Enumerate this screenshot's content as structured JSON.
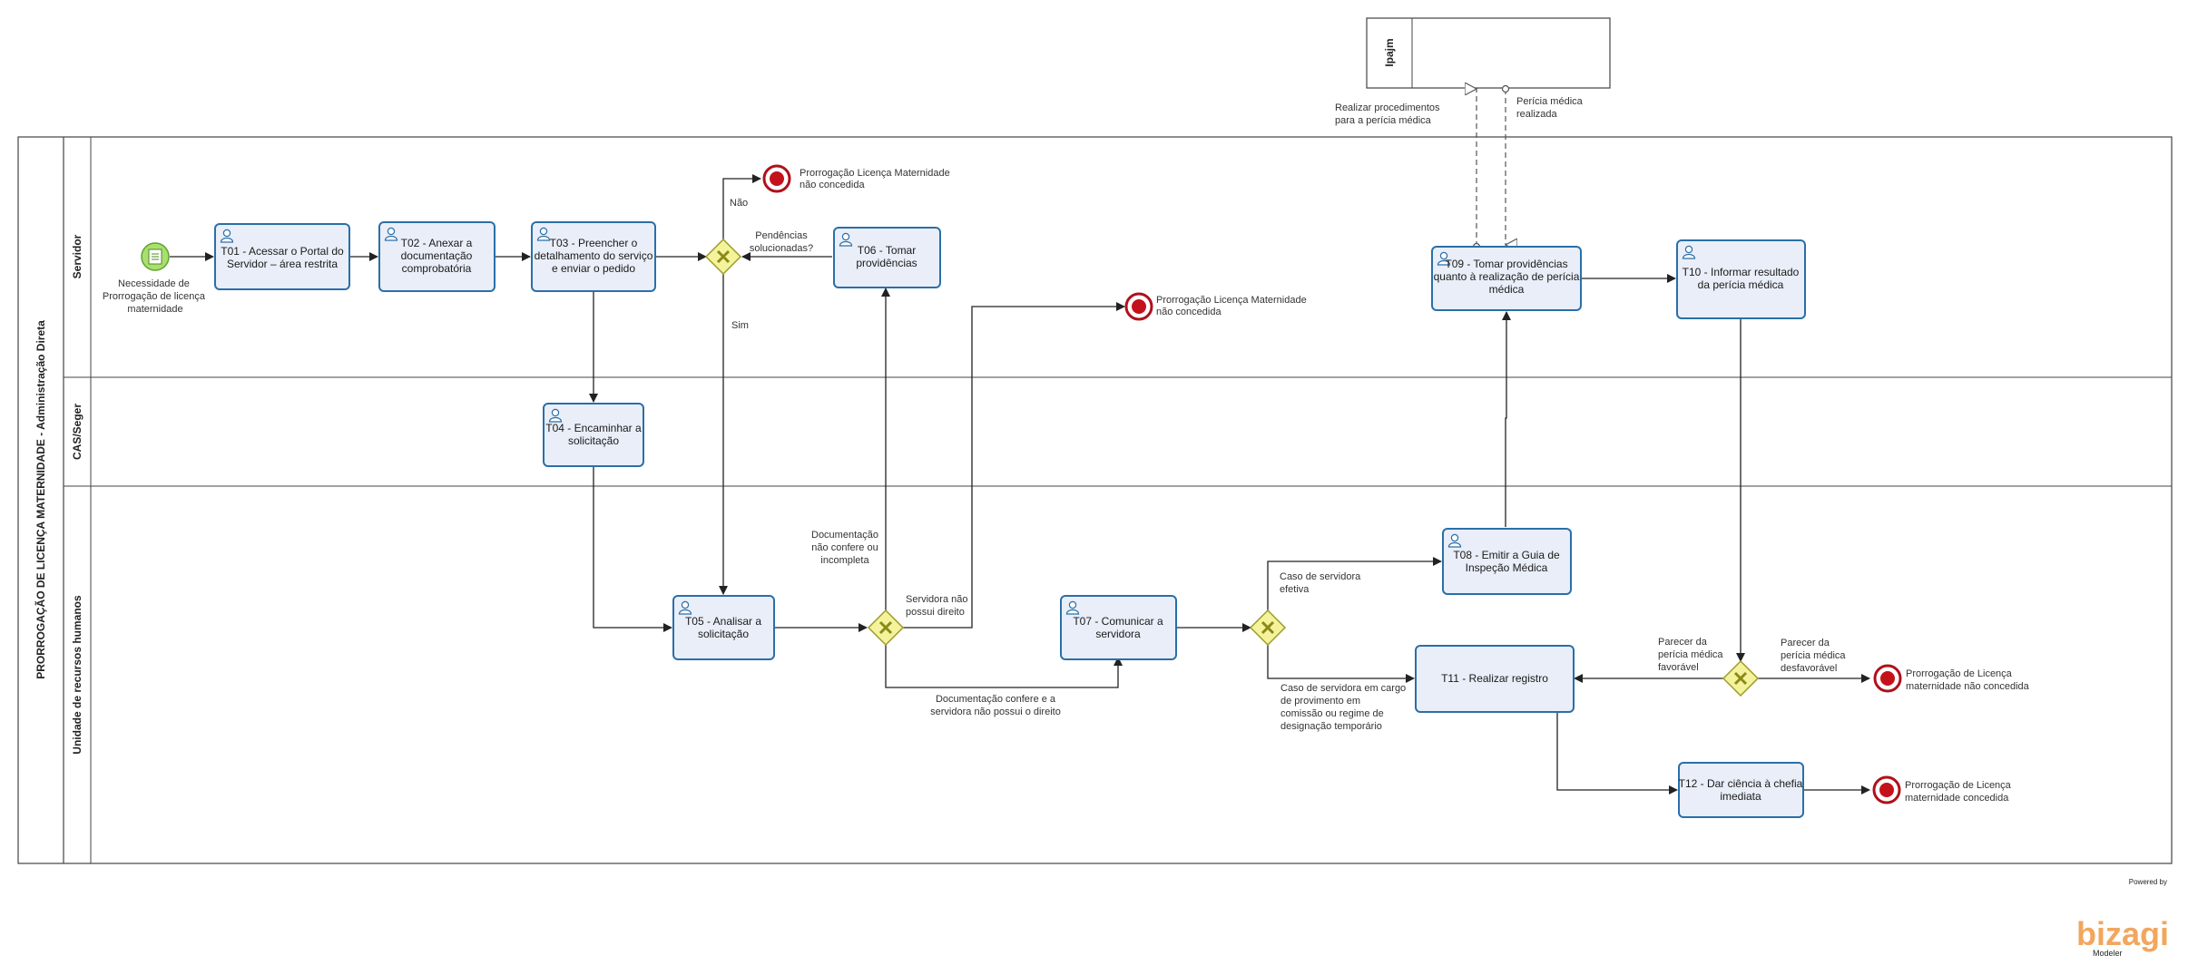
{
  "pool": {
    "title": "PRORROGAÇÃO DE LICENÇA MATERNIDADE - Administração Direta",
    "lanes": [
      "Servidor",
      "CAS/Seger",
      "Unidade de recursos humanos"
    ]
  },
  "external_pool": {
    "title": "Ipajm"
  },
  "start_event": {
    "label_lines": [
      "Necessidade de",
      "Prorrogação de licença",
      "maternidade"
    ]
  },
  "tasks": {
    "t01": [
      "T01 - Acessar o Portal do",
      "Servidor – área restrita"
    ],
    "t02": [
      "T02 - Anexar a",
      "documentação",
      "comprobatória"
    ],
    "t03": [
      "T03 - Preencher o",
      "detalhamento do serviço",
      "e enviar o pedido"
    ],
    "t04": [
      "T04 - Encaminhar a",
      "solicitação"
    ],
    "t05": [
      "T05 - Analisar a",
      "solicitação"
    ],
    "t06": [
      "T06 - Tomar",
      "providências"
    ],
    "t07": [
      "T07 - Comunicar a",
      "servidora"
    ],
    "t08": [
      "T08 - Emitir a  Guia de",
      "Inspeção Médica"
    ],
    "t09": [
      "T09 - Tomar providências",
      "quanto à realização de perícia",
      "médica"
    ],
    "t10": [
      "T10 - Informar resultado",
      "da perícia médica"
    ],
    "t11": [
      "T11 - Realizar registro"
    ],
    "t12": [
      "T12 - Dar ciência à chefia",
      "imediata"
    ]
  },
  "end_events": {
    "e1": [
      "Prorrogação Licença Maternidade",
      "não concedida"
    ],
    "e2": [
      "Prorrogação Licença Maternidade",
      "não concedida"
    ],
    "e3": [
      "Prorrogação de Licença",
      "maternidade não concedida"
    ],
    "e4": [
      "Prorrogação de Licença",
      "maternidade concedida"
    ]
  },
  "flow_labels": {
    "nao": [
      "Não"
    ],
    "sim": [
      "Sim"
    ],
    "pendencias": [
      "Pendências",
      "solucionadas?"
    ],
    "doc_nao_confere": [
      "Documentação",
      "não confere ou",
      "incompleta"
    ],
    "servidora_nao_possui": [
      "Servidora não",
      "possui direito"
    ],
    "doc_confere": [
      "Documentação confere e a",
      "servidora não possui o direito"
    ],
    "caso_efetiva": [
      "Caso de servidora",
      "efetiva"
    ],
    "caso_comissao": [
      "Caso de servidora em cargo",
      "de provimento em",
      "comissão ou regime de",
      "designação temporário"
    ],
    "parecer_fav": [
      "Parecer da",
      "perícia médica",
      "favorável"
    ],
    "parecer_desfav": [
      "Parecer da",
      "perícia médica",
      "desfavorável"
    ],
    "realizar_proc": [
      "Realizar procedimentos",
      "para a perícia médica"
    ],
    "pericia_realizada": [
      "Perícia médica",
      "realizada"
    ]
  },
  "brand": {
    "powered": "Powered by",
    "name": "bizagi",
    "product": "Modeler"
  }
}
